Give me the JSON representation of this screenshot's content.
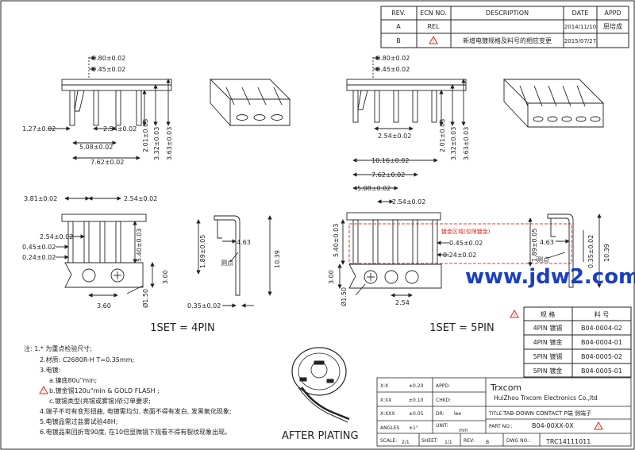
{
  "revision_table": {
    "headers": [
      "REV.",
      "ECN NO.",
      "DESCRIPTION",
      "DATE",
      "APPD"
    ],
    "rows": [
      [
        "A",
        "REL",
        "",
        "2014/11/10",
        "屈培成"
      ],
      [
        "B",
        "",
        "新增电镀规格及料号的相应变更",
        "2015/07/27",
        ""
      ]
    ]
  },
  "view_4pin": {
    "dims": [
      "0.80±0.02",
      "0.45±0.02",
      "1.27±0.02",
      "2.54±0.02",
      "5.08±0.02",
      "7.62±0.02",
      "2.01±0.03",
      "3.32±0.03",
      "3.63±0.03"
    ],
    "front_dims": [
      "3.81±0.02",
      "2.54±0.02",
      "2.54±0.02",
      "0.45±0.02",
      "0.24±0.02",
      "5.40±0.03",
      "3.00",
      "3.60",
      "Ø1.50"
    ],
    "side_dims": [
      "1.89±0.05",
      "4.63",
      "10.39",
      "0.35±0.02"
    ],
    "measure_point": "测点",
    "label": "1SET = 4PIN"
  },
  "view_5pin": {
    "dims": [
      "0.80±0.02",
      "0.45±0.02",
      "2.54±0.02",
      "2.01±0.03",
      "3.32±0.03",
      "3.63±0.03"
    ],
    "front_dims": [
      "10.16±0.02",
      "7.62±0.02",
      "5.08±0.02",
      "2.54±0.02",
      "0.45±0.02",
      "0.24±0.02",
      "5.40±0.03",
      "3.00",
      "Ø1.50",
      "2.54"
    ],
    "plating_zone": "镀金区域(仅限镀金)",
    "side_dims": [
      "1.89±0.05",
      "4.63",
      "0.35±0.02",
      "10.39"
    ],
    "measure_point": "测点",
    "label": "1SET = 5PIN"
  },
  "watermark": "www.jdw2.com",
  "spec_table": {
    "headers": [
      "规 格",
      "料 号"
    ],
    "rows": [
      [
        "4PIN 镀锡",
        "B04-0004-02"
      ],
      [
        "4PIN 镀金",
        "B04-0004-01"
      ],
      [
        "5PIN 镀锡",
        "B04-0005-02"
      ],
      [
        "5PIN 镀金",
        "B04-0005-01"
      ]
    ]
  },
  "notes": [
    "注: 1.* 为重点检验尺寸;",
    "2.材质: C2680R-H T=0.35mm;",
    "3.电镀:",
    "a.镍底80u\"min;",
    "b.镀金锡120u\"min & GOLD FLASH ;",
    "c.镀锡类型(亮锡或雾锡)依订单要求;",
    "4.端子不可有变形扭曲, 电镀需均匀, 表面不得有发白, 发黑氧化现象;",
    "5.电镀品需过盐雾试验48H;",
    "6.电镀品来回折弯90度, 在10倍显微镜下观看不得有裂纹现象出现。"
  ],
  "after_plating": "AFTER PIATING",
  "title_block": {
    "tol_x": "X:X",
    "tol_x_val": "±0.20",
    "tol_xx": "X:XX",
    "tol_xx_val": "±0.10",
    "tol_xxx": "X:XXX",
    "tol_xxx_val": "±0.05",
    "angles": "ANGLES",
    "angles_val": "±1°",
    "appd": "APPD:",
    "chkd": "CHKD:",
    "dr": "DR:",
    "dr_name": "lee",
    "unit": "UNIT:",
    "unit_val": "mm",
    "company": "Trxcom",
    "company_full": "HuiZhou Trxcom Electronics Co.,ltd",
    "title_label": "TITLE:",
    "title_val": "TAB-DOWN CONTACT P端 侧端子",
    "part_label": "PART NO.:",
    "part_val": "B04-00XX-0X",
    "scale_label": "SCALE:",
    "scale_val": "2/1",
    "sheet_label": "SHEET:",
    "sheet_val": "1/1",
    "rev_label": "REV:",
    "rev_val": "B",
    "dwg_label": "DWG NO.:",
    "dwg_val": "TRC14111011"
  },
  "colors": {
    "line": "#222222",
    "warning": "#d42a1e",
    "plating_box": "#e8382c",
    "watermark": "#1a3fc0"
  }
}
